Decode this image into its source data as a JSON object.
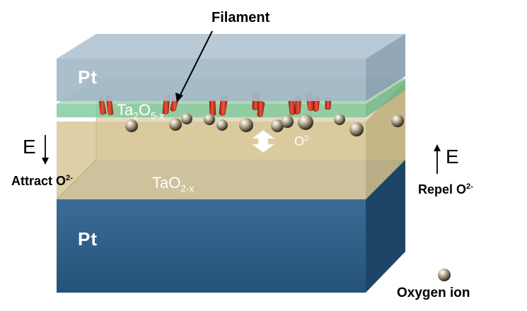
{
  "labels": {
    "filament": "Filament",
    "pt_top": "Pt",
    "pt_bottom": "Pt",
    "ta2o5_base": "Ta",
    "ta2o5_sub1": "2",
    "ta2o5_mid": "O",
    "ta2o5_sub2": "5-x",
    "tao2_base": "TaO",
    "tao2_sub": "2-x",
    "o2_base": "O",
    "o2_sup": "2-",
    "e_left": "E",
    "attract_base": "Attract O",
    "attract_sup": "2-",
    "e_right": "E",
    "repel_base": "Repel O",
    "repel_sup": "2-",
    "legend": "Oxygen ion"
  },
  "colors": {
    "pt_top": "#a9bccb",
    "ta2o5": "#8fd0a6",
    "tao2": "#d8c796",
    "pt_bottom": "#2f5f86",
    "filament": "#d8321c"
  }
}
